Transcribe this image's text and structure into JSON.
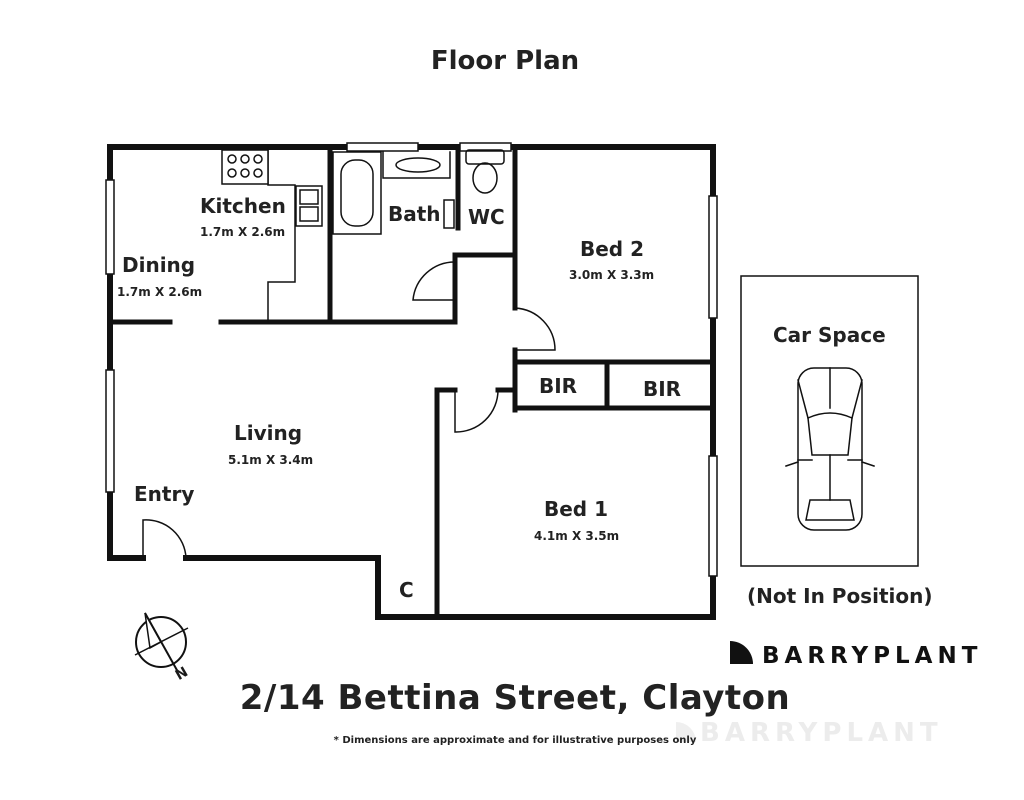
{
  "title": "Floor Plan",
  "rooms": {
    "kitchen": {
      "name": "Kitchen",
      "dims": "1.7m X 2.6m"
    },
    "dining": {
      "name": "Dining",
      "dims": "1.7m X 2.6m"
    },
    "bath": {
      "name": "Bath"
    },
    "wc": {
      "name": "WC"
    },
    "bed2": {
      "name": "Bed 2",
      "dims": "3.0m X 3.3m"
    },
    "living": {
      "name": "Living",
      "dims": "5.1m X 3.4m"
    },
    "entry": {
      "name": "Entry"
    },
    "bir1": {
      "name": "BIR"
    },
    "bir2": {
      "name": "BIR"
    },
    "bed1": {
      "name": "Bed 1",
      "dims": "4.1m X 3.5m"
    },
    "cupboard": {
      "name": "C"
    }
  },
  "car_space": {
    "name": "Car Space",
    "note": "(Not In Position)"
  },
  "compass": {
    "label": "N"
  },
  "brand": {
    "name": "BARRYPLANT",
    "watermark": "BARRYPLANT"
  },
  "address": "2/14 Bettina Street, Clayton",
  "disclaimer": "* Dimensions are approximate and for illustrative purposes only",
  "colors": {
    "wall": "#111111",
    "text": "#222222",
    "background": "#ffffff"
  }
}
